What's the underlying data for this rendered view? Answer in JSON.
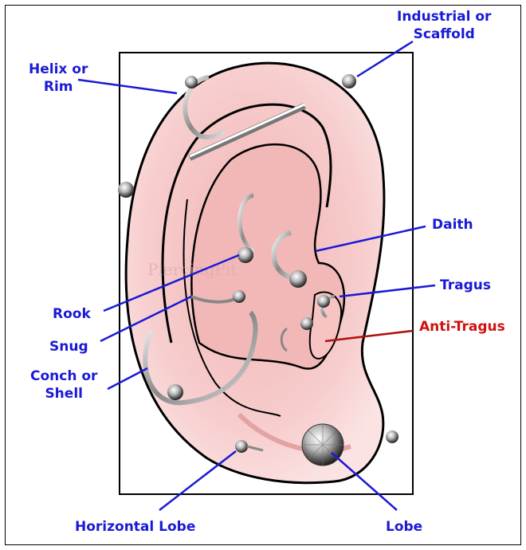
{
  "watermark": "PiercingPit",
  "colors": {
    "label": "#1a1ad6",
    "highlight": "#d01010",
    "skin": "#f6c6c6",
    "outline": "#000000"
  },
  "labels": {
    "industrial": [
      "Industrial or",
      "Scaffold"
    ],
    "helix": [
      "Helix or",
      "Rim"
    ],
    "daith": "Daith",
    "tragus": "Tragus",
    "anti_tragus": "Anti-Tragus",
    "rook": "Rook",
    "snug": "Snug",
    "conch": [
      "Conch or",
      "Shell"
    ],
    "horizontal_lobe": "Horizontal Lobe",
    "lobe": "Lobe"
  }
}
